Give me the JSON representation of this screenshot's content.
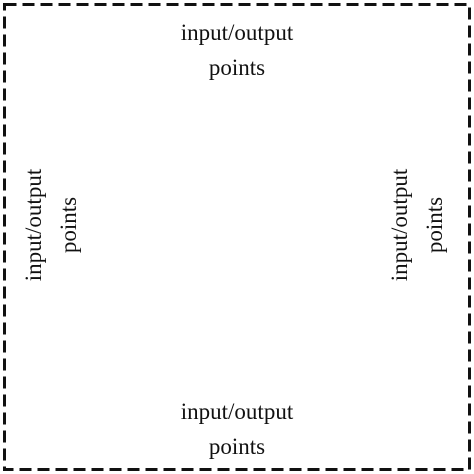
{
  "diagram": {
    "border_color": "#111111",
    "border_style": "dashed",
    "labels": {
      "top": {
        "line1": "input/output",
        "line2": "points"
      },
      "left": {
        "line1": "input/output",
        "line2": "points"
      },
      "right": {
        "line1": "input/output",
        "line2": "points"
      },
      "bottom": {
        "line1": "input/output",
        "line2": "points"
      }
    }
  }
}
